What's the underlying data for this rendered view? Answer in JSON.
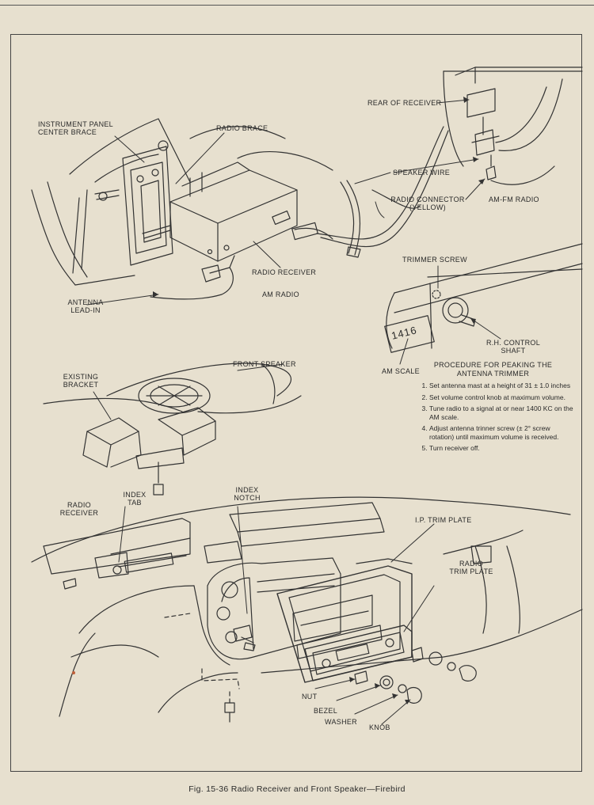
{
  "labels": {
    "rear_of_receiver": "REAR OF RECEIVER",
    "ip_center_brace_1": "INSTRUMENT PANEL",
    "ip_center_brace_2": "CENTER BRACE",
    "radio_brace": "RADIO BRACE",
    "speaker_wire": "SPEAKER WIRE",
    "radio_connector_1": "RADIO CONNECTOR",
    "radio_connector_2": "(YELLOW)",
    "am_fm_radio": "AM-FM RADIO",
    "radio_receiver_top": "RADIO RECEIVER",
    "am_radio": "AM RADIO",
    "antenna_1": "ANTENNA",
    "antenna_2": "LEAD-IN",
    "trimmer_screw": "TRIMMER SCREW",
    "rh_control_1": "R.H. CONTROL",
    "rh_control_2": "SHAFT",
    "am_scale": "AM SCALE",
    "dial_reading": "1416",
    "front_speaker": "FRONT SPEAKER",
    "existing_bracket_1": "EXISTING",
    "existing_bracket_2": "BRACKET",
    "index_tab_1": "INDEX",
    "index_tab_2": "TAB",
    "index_notch_1": "INDEX",
    "index_notch_2": "NOTCH",
    "radio_receiver_bottom_1": "RADIO",
    "radio_receiver_bottom_2": "RECEIVER",
    "ip_trim_plate": "I.P. TRIM PLATE",
    "radio_trim_plate_1": "RADIO",
    "radio_trim_plate_2": "TRIM PLATE",
    "nut": "NUT",
    "bezel": "BEZEL",
    "washer": "WASHER",
    "knob": "KNOB"
  },
  "procedure": {
    "heading_1": "PROCEDURE FOR PEAKING THE",
    "heading_2": "ANTENNA TRIMMER",
    "steps": [
      "Set antenna mast at a height of 31 ± 1.0 inches",
      "Set volume control knob at maximum volume.",
      "Tune radio to a signal at or near 1400 KC on the AM scale.",
      "Adjust antenna trinner screw (± 2° screw rotation) until maximum volume is received.",
      "Turn receiver off."
    ]
  },
  "caption": "Fig. 15-36  Radio Receiver and Front Speaker—Firebird"
}
